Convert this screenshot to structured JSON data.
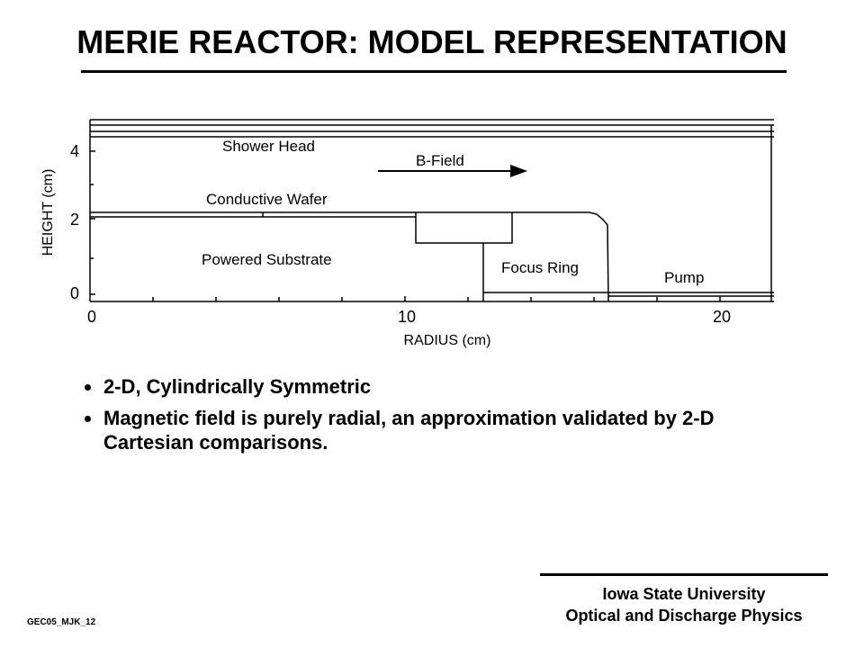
{
  "title": "MERIE REACTOR: MODEL REPRESENTATION",
  "diagram": {
    "x_axis_label": "RADIUS (cm)",
    "y_axis_label": "HEIGHT (cm)",
    "x_ticks": [
      "0",
      "10",
      "20"
    ],
    "y_ticks": [
      "0",
      "2",
      "4"
    ],
    "regions": {
      "shower_head": "Shower Head",
      "b_field": "B-Field",
      "conductive_wafer": "Conductive Wafer",
      "powered_substrate": "Powered Substrate",
      "focus_ring": "Focus Ring",
      "pump": "Pump"
    }
  },
  "bullets": [
    "2-D, Cylindrically Symmetric",
    "Magnetic field is purely radial, an approximation validated by 2-D Cartesian comparisons."
  ],
  "footer": {
    "line1": "Iowa State University",
    "line2": "Optical and Discharge Physics"
  },
  "slide_id": "GEC05_MJK_12"
}
